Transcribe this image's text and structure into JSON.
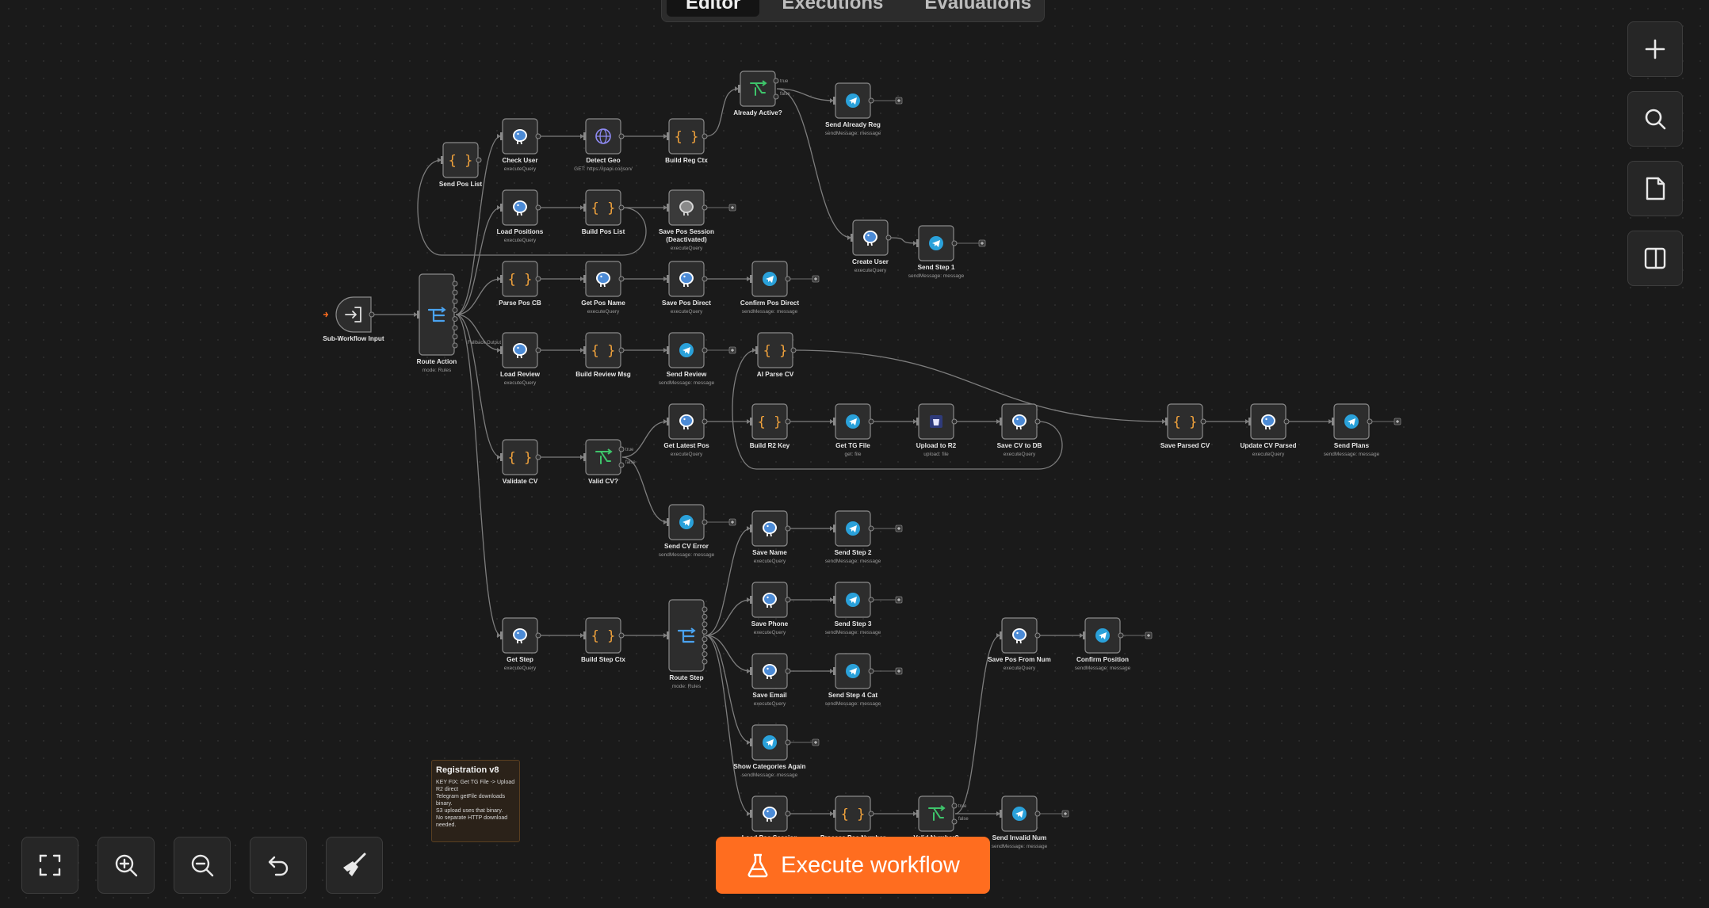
{
  "tabs": [
    {
      "label": "Editor",
      "active": true
    },
    {
      "label": "Executions",
      "active": false
    },
    {
      "label": "Evaluations",
      "active": false
    }
  ],
  "execute_button": {
    "label": "Execute workflow"
  },
  "sticky_note": {
    "title": "Registration v8",
    "body": "KEY FIX: Get TG File -> Upload R2 direct\nTelegram getFile downloads binary.\nS3 upload uses that binary.\nNo separate HTTP download needed."
  },
  "right_toolbar": [
    {
      "name": "add-node-button",
      "icon": "plus-icon"
    },
    {
      "name": "search-nodes-button",
      "icon": "search-icon"
    },
    {
      "name": "sticky-note-button",
      "icon": "note-icon"
    },
    {
      "name": "toggle-panel-button",
      "icon": "panel-icon"
    }
  ],
  "bottom_toolbar": [
    {
      "name": "fit-view-button",
      "icon": "fullscreen-icon"
    },
    {
      "name": "zoom-in-button",
      "icon": "zoom-in-icon"
    },
    {
      "name": "zoom-out-button",
      "icon": "zoom-out-icon"
    },
    {
      "name": "undo-button",
      "icon": "undo-icon"
    },
    {
      "name": "tidy-up-button",
      "icon": "broom-icon"
    }
  ],
  "colors": {
    "accent": "#ff6d1f",
    "telegram": "#2aa1da",
    "postgres": "#4c8bd6",
    "code": "#f2a33c",
    "if_node": "#3ec56b",
    "switch": "#4aa3f0",
    "http": "#8f8bf5"
  },
  "nodes": [
    {
      "id": "sub_input",
      "label": "Sub-Workflow Input",
      "sub": "",
      "type": "trigger"
    },
    {
      "id": "route_action",
      "label": "Route Action",
      "sub": "mode: Rules",
      "type": "switch"
    },
    {
      "id": "send_pos_list",
      "label": "Send Pos List",
      "sub": "",
      "type": "code"
    },
    {
      "id": "check_user",
      "label": "Check User",
      "sub": "executeQuery",
      "type": "postgres"
    },
    {
      "id": "detect_geo",
      "label": "Detect Geo",
      "sub": "GET: https://ipapi.co/json/",
      "type": "http"
    },
    {
      "id": "build_reg_ctx",
      "label": "Build Reg Ctx",
      "sub": "",
      "type": "code"
    },
    {
      "id": "already_active",
      "label": "Already Active?",
      "sub": "",
      "type": "if"
    },
    {
      "id": "send_already_reg",
      "label": "Send Already Reg",
      "sub": "sendMessage: message",
      "type": "telegram"
    },
    {
      "id": "create_user",
      "label": "Create User",
      "sub": "executeQuery",
      "type": "postgres"
    },
    {
      "id": "send_step1",
      "label": "Send Step 1",
      "sub": "sendMessage: message",
      "type": "telegram"
    },
    {
      "id": "load_positions",
      "label": "Load Positions",
      "sub": "executeQuery",
      "type": "postgres"
    },
    {
      "id": "build_pos_list",
      "label": "Build Pos List",
      "sub": "",
      "type": "code"
    },
    {
      "id": "save_pos_session",
      "label": "Save Pos Session (Deactivated)",
      "sub": "executeQuery",
      "type": "disabled"
    },
    {
      "id": "parse_pos_cb",
      "label": "Parse Pos CB",
      "sub": "",
      "type": "code"
    },
    {
      "id": "get_pos_name",
      "label": "Get Pos Name",
      "sub": "executeQuery",
      "type": "postgres"
    },
    {
      "id": "save_pos_direct",
      "label": "Save Pos Direct",
      "sub": "executeQuery",
      "type": "postgres"
    },
    {
      "id": "confirm_pos_direct",
      "label": "Confirm Pos Direct",
      "sub": "sendMessage: message",
      "type": "telegram"
    },
    {
      "id": "load_review",
      "label": "Load Review",
      "sub": "executeQuery",
      "type": "postgres"
    },
    {
      "id": "build_review_msg",
      "label": "Build Review Msg",
      "sub": "",
      "type": "code"
    },
    {
      "id": "send_review",
      "label": "Send Review",
      "sub": "sendMessage: message",
      "type": "telegram"
    },
    {
      "id": "ai_parse_cv",
      "label": "AI Parse CV",
      "sub": "",
      "type": "code"
    },
    {
      "id": "validate_cv",
      "label": "Validate CV",
      "sub": "",
      "type": "code"
    },
    {
      "id": "valid_cv",
      "label": "Valid CV?",
      "sub": "",
      "type": "if"
    },
    {
      "id": "get_latest_pos",
      "label": "Get Latest Pos",
      "sub": "executeQuery",
      "type": "postgres"
    },
    {
      "id": "build_r2_key",
      "label": "Build R2 Key",
      "sub": "",
      "type": "code"
    },
    {
      "id": "get_tg_file",
      "label": "Get TG File",
      "sub": "get: file",
      "type": "telegram"
    },
    {
      "id": "upload_r2",
      "label": "Upload to R2",
      "sub": "upload: file",
      "type": "s3"
    },
    {
      "id": "save_cv_db",
      "label": "Save CV to DB",
      "sub": "executeQuery",
      "type": "postgres"
    },
    {
      "id": "save_parsed_cv",
      "label": "Save Parsed CV",
      "sub": "",
      "type": "code"
    },
    {
      "id": "update_cv_parsed",
      "label": "Update CV Parsed",
      "sub": "executeQuery",
      "type": "postgres"
    },
    {
      "id": "send_plans",
      "label": "Send Plans",
      "sub": "sendMessage: message",
      "type": "telegram"
    },
    {
      "id": "send_cv_error",
      "label": "Send CV Error",
      "sub": "sendMessage: message",
      "type": "telegram"
    },
    {
      "id": "save_name",
      "label": "Save Name",
      "sub": "executeQuery",
      "type": "postgres"
    },
    {
      "id": "send_step2",
      "label": "Send Step 2",
      "sub": "sendMessage: message",
      "type": "telegram"
    },
    {
      "id": "save_phone",
      "label": "Save Phone",
      "sub": "executeQuery",
      "type": "postgres"
    },
    {
      "id": "send_step3",
      "label": "Send Step 3",
      "sub": "sendMessage: message",
      "type": "telegram"
    },
    {
      "id": "save_email",
      "label": "Save Email",
      "sub": "executeQuery",
      "type": "postgres"
    },
    {
      "id": "send_step4",
      "label": "Send Step 4 Cat",
      "sub": "sendMessage: message",
      "type": "telegram"
    },
    {
      "id": "show_categories",
      "label": "Show Categories Again",
      "sub": "sendMessage: message",
      "type": "telegram"
    },
    {
      "id": "get_step",
      "label": "Get Step",
      "sub": "executeQuery",
      "type": "postgres"
    },
    {
      "id": "build_step_ctx",
      "label": "Build Step Ctx",
      "sub": "",
      "type": "code"
    },
    {
      "id": "route_step",
      "label": "Route Step",
      "sub": "mode: Rules",
      "type": "switch"
    },
    {
      "id": "load_pos_session",
      "label": "Load Pos Session",
      "sub": "",
      "type": "postgres"
    },
    {
      "id": "process_pos_number",
      "label": "Process Pos Number",
      "sub": "",
      "type": "code"
    },
    {
      "id": "valid_number",
      "label": "Valid Number?",
      "sub": "",
      "type": "if"
    },
    {
      "id": "send_invalid_num",
      "label": "Send Invalid Num",
      "sub": "sendMessage: message",
      "type": "telegram"
    },
    {
      "id": "save_pos_from_num",
      "label": "Save Pos From Num",
      "sub": "executeQuery",
      "type": "postgres"
    },
    {
      "id": "confirm_position",
      "label": "Confirm Position",
      "sub": "sendMessage: message",
      "type": "telegram"
    }
  ],
  "connections": [
    [
      "sub_input",
      "route_action"
    ],
    [
      "route_action",
      "check_user"
    ],
    [
      "check_user",
      "detect_geo"
    ],
    [
      "detect_geo",
      "build_reg_ctx"
    ],
    [
      "build_reg_ctx",
      "already_active"
    ],
    [
      "already_active",
      "send_already_reg"
    ],
    [
      "already_active",
      "create_user"
    ],
    [
      "create_user",
      "send_step1"
    ],
    [
      "route_action",
      "load_positions"
    ],
    [
      "load_positions",
      "build_pos_list"
    ],
    [
      "build_pos_list",
      "save_pos_session"
    ],
    [
      "build_pos_list",
      "send_pos_list"
    ],
    [
      "route_action",
      "parse_pos_cb"
    ],
    [
      "parse_pos_cb",
      "get_pos_name"
    ],
    [
      "get_pos_name",
      "save_pos_direct"
    ],
    [
      "save_pos_direct",
      "confirm_pos_direct"
    ],
    [
      "route_action",
      "load_review"
    ],
    [
      "load_review",
      "build_review_msg"
    ],
    [
      "build_review_msg",
      "send_review"
    ],
    [
      "route_action",
      "validate_cv"
    ],
    [
      "validate_cv",
      "valid_cv"
    ],
    [
      "valid_cv",
      "get_latest_pos"
    ],
    [
      "valid_cv",
      "send_cv_error"
    ],
    [
      "get_latest_pos",
      "build_r2_key"
    ],
    [
      "build_r2_key",
      "get_tg_file"
    ],
    [
      "get_tg_file",
      "upload_r2"
    ],
    [
      "upload_r2",
      "save_cv_db"
    ],
    [
      "save_cv_db",
      "ai_parse_cv"
    ],
    [
      "ai_parse_cv",
      "save_parsed_cv"
    ],
    [
      "save_parsed_cv",
      "update_cv_parsed"
    ],
    [
      "update_cv_parsed",
      "send_plans"
    ],
    [
      "route_action",
      "get_step"
    ],
    [
      "get_step",
      "build_step_ctx"
    ],
    [
      "build_step_ctx",
      "route_step"
    ],
    [
      "route_step",
      "save_name"
    ],
    [
      "save_name",
      "send_step2"
    ],
    [
      "route_step",
      "save_phone"
    ],
    [
      "save_phone",
      "send_step3"
    ],
    [
      "route_step",
      "save_email"
    ],
    [
      "save_email",
      "send_step4"
    ],
    [
      "route_step",
      "show_categories"
    ],
    [
      "route_step",
      "load_pos_session"
    ],
    [
      "load_pos_session",
      "process_pos_number"
    ],
    [
      "process_pos_number",
      "valid_number"
    ],
    [
      "valid_number",
      "save_pos_from_num"
    ],
    [
      "valid_number",
      "send_invalid_num"
    ],
    [
      "save_pos_from_num",
      "confirm_position"
    ]
  ],
  "edge_labels": [
    {
      "from": "route_action",
      "text": "Fallback Output"
    },
    {
      "from": "already_active",
      "text": "true"
    },
    {
      "from": "already_active",
      "text": "false"
    },
    {
      "from": "valid_cv",
      "text": "true"
    },
    {
      "from": "valid_cv",
      "text": "false"
    },
    {
      "from": "valid_number",
      "text": "true"
    },
    {
      "from": "valid_number",
      "text": "false"
    }
  ],
  "dangling_outputs": [
    "send_already_reg",
    "send_step1",
    "save_pos_session",
    "confirm_pos_direct",
    "send_review",
    "send_plans",
    "send_cv_error",
    "send_step2",
    "send_step3",
    "send_step4",
    "show_categories",
    "send_invalid_num",
    "confirm_position"
  ]
}
